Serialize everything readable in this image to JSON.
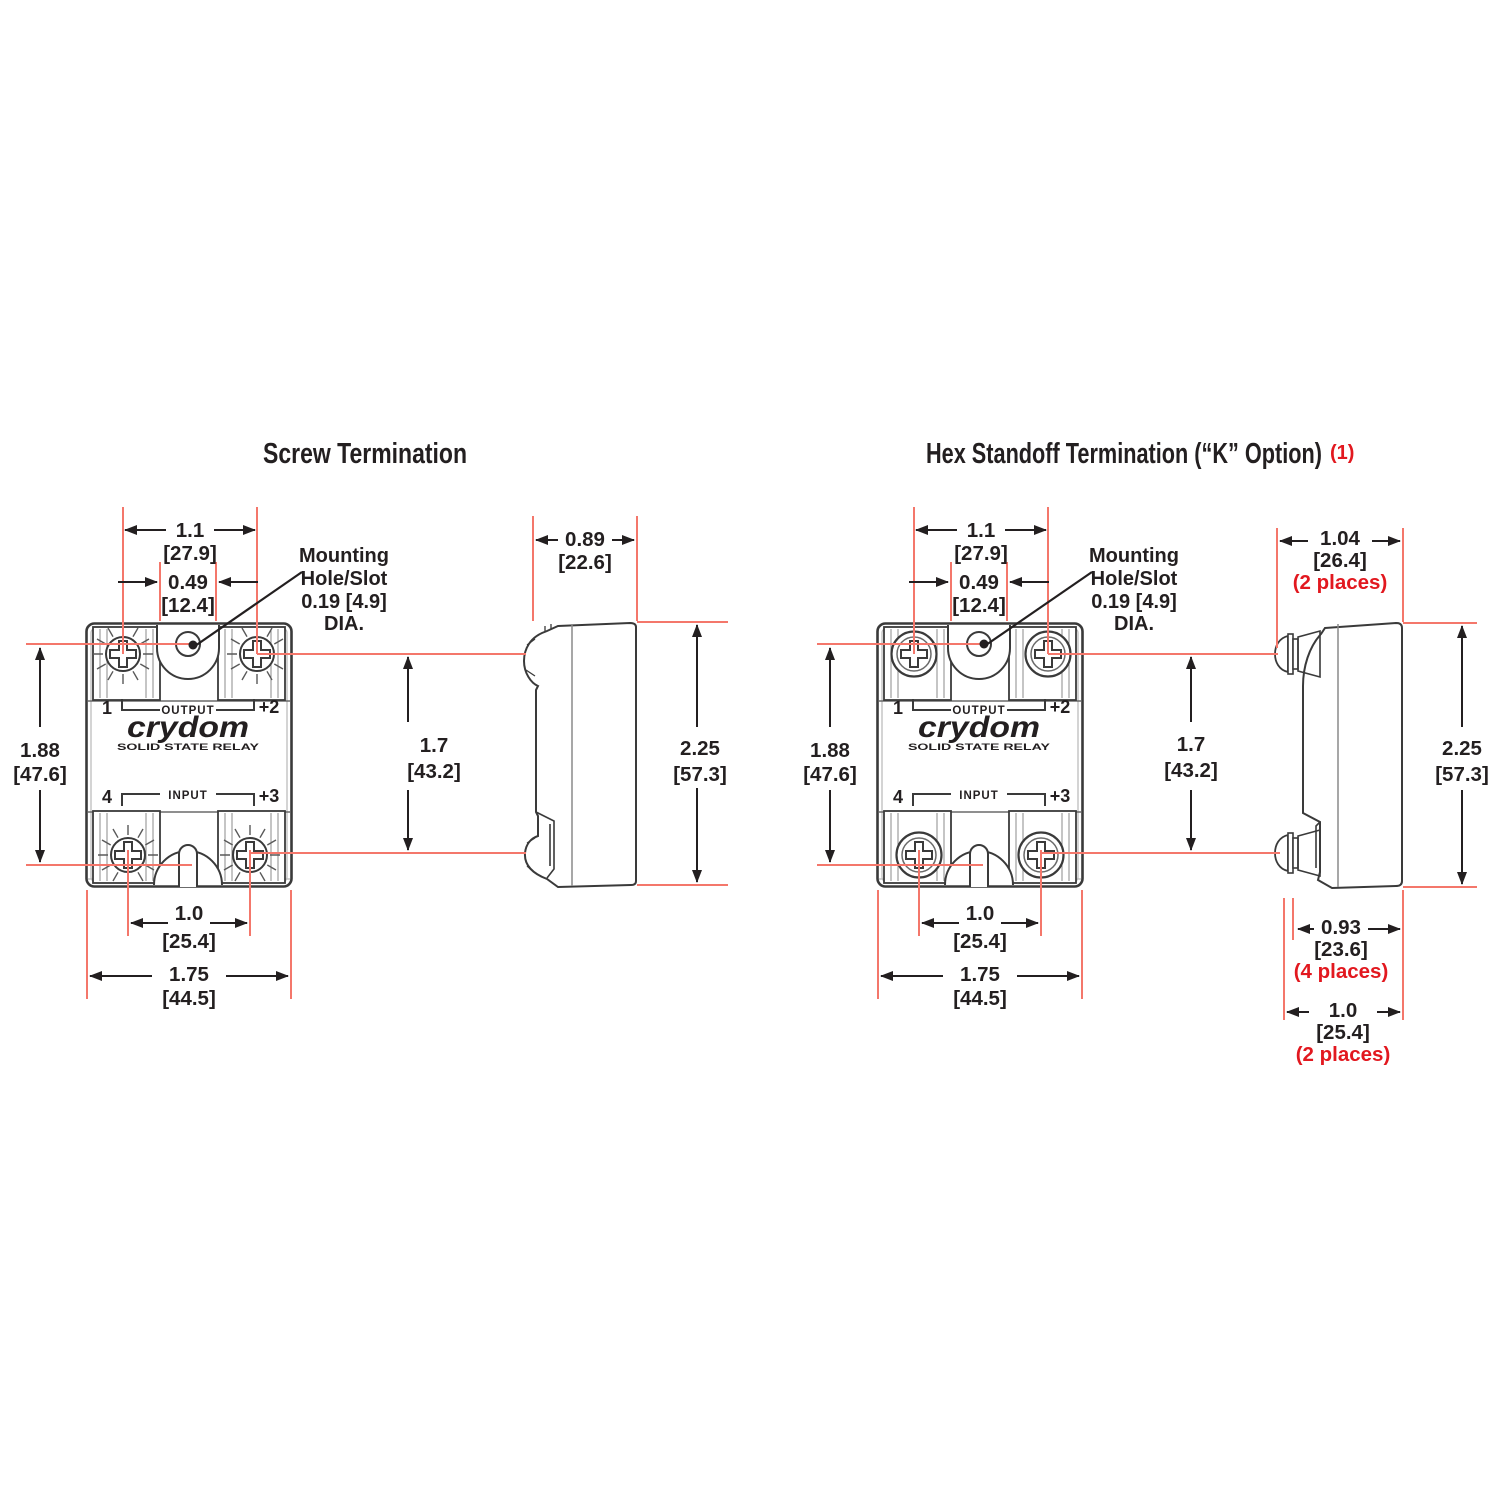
{
  "left_diagram": {
    "title": "Screw Termination",
    "relay": {
      "pin_top_left": "1",
      "pin_top_right": "+2",
      "pin_bottom_left": "4",
      "pin_bottom_right": "+3",
      "output_label": "OUTPUT",
      "input_label": "INPUT",
      "brand": "crydom",
      "brand_tagline": "SOLID STATE RELAY"
    },
    "mounting_note": {
      "line1": "Mounting",
      "line2": "Hole/Slot",
      "line3": "0.19 [4.9]",
      "line4": "DIA."
    },
    "dims": {
      "screw_spacing": {
        "inches": "1.1",
        "mm": "[27.9]"
      },
      "slot_width": {
        "inches": "0.49",
        "mm": "[12.4]"
      },
      "hole_to_slot": {
        "inches": "1.88",
        "mm": "[47.6]"
      },
      "bottom_screw_spacing": {
        "inches": "1.0",
        "mm": "[25.4]"
      },
      "body_width": {
        "inches": "1.75",
        "mm": "[44.5]"
      },
      "depth": {
        "inches": "0.89",
        "mm": "[22.6]"
      },
      "terminal_spacing": {
        "inches": "1.7",
        "mm": "[43.2]"
      },
      "body_height": {
        "inches": "2.25",
        "mm": "[57.3]"
      }
    }
  },
  "right_diagram": {
    "title": "Hex Standoff Termination (“K” Option)",
    "title_footnote": "(1)",
    "relay": {
      "pin_top_left": "1",
      "pin_top_right": "+2",
      "pin_bottom_left": "4",
      "pin_bottom_right": "+3",
      "output_label": "OUTPUT",
      "input_label": "INPUT",
      "brand": "crydom",
      "brand_tagline": "SOLID STATE RELAY"
    },
    "mounting_note": {
      "line1": "Mounting",
      "line2": "Hole/Slot",
      "line3": "0.19 [4.9]",
      "line4": "DIA."
    },
    "dims": {
      "screw_spacing": {
        "inches": "1.1",
        "mm": "[27.9]"
      },
      "slot_width": {
        "inches": "0.49",
        "mm": "[12.4]"
      },
      "hole_to_slot": {
        "inches": "1.88",
        "mm": "[47.6]"
      },
      "bottom_screw_spacing": {
        "inches": "1.0",
        "mm": "[25.4]"
      },
      "body_width": {
        "inches": "1.75",
        "mm": "[44.5]"
      },
      "depth": {
        "inches": "1.04",
        "mm": "[26.4]",
        "places": "(2 places)"
      },
      "terminal_spacing": {
        "inches": "1.7",
        "mm": "[43.2]"
      },
      "body_height": {
        "inches": "2.25",
        "mm": "[57.3]"
      },
      "standoff_face": {
        "inches": "0.93",
        "mm": "[23.6]",
        "places": "(4 places)"
      },
      "standoff_tip": {
        "inches": "1.0",
        "mm": "[25.4]",
        "places": "(2 places)"
      }
    }
  },
  "colors": {
    "dimension_line": "#f4776b",
    "callout_red": "#e2181f",
    "ink": "#231f20"
  }
}
